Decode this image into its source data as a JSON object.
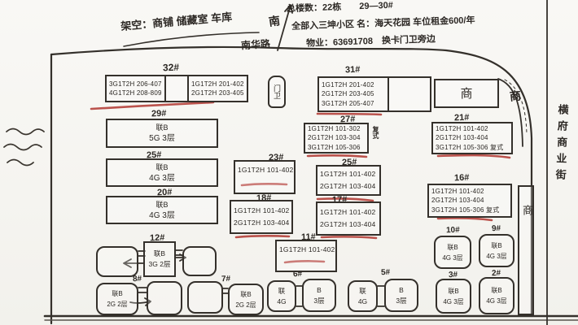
{
  "colors": {
    "ink": "#2c2824",
    "red_pen": "#b4403a",
    "paper": "#f5f4f0"
  },
  "annotations": {
    "stilt_note": "架空：商铺 储藏室 车库",
    "south": "南",
    "note_line1": "总楼数：22栋　　29—30#",
    "note_line2": "全部入三坤小区 名：海天花园 车位租金600/年",
    "note_line3": "物业：63691708　换卡门卫旁边",
    "road_top": "南华路",
    "street_right": "横府商业街",
    "gate_booth": "门卫",
    "shop": "商"
  },
  "buildings": {
    "b32": {
      "label": "32#",
      "left": [
        "3G1T2H 206-407",
        "4G1T2H 208-809"
      ],
      "right": [
        "1G1T2H 201-402",
        "2G1T2H 203-405"
      ]
    },
    "b31": {
      "label": "31#",
      "lines": [
        "1G1T2H 201-402",
        "2G1T2H 203-405",
        "3G1T2H 205-407"
      ]
    },
    "b29": {
      "label": "29#",
      "lines": [
        "联B",
        "5G 3层"
      ]
    },
    "b27": {
      "label": "27#",
      "lines": [
        "1G1T2H 101-302",
        "2G1T2H 103-304",
        "3G1T2H 105-306"
      ],
      "note": "复式"
    },
    "b25_left": {
      "label": "25#",
      "lines": [
        "联B",
        "4G 3层"
      ]
    },
    "b25_mid": {
      "label": "25#",
      "lines": [
        "1G1T2H 101-402",
        "2G1T2H 103-404"
      ]
    },
    "b23": {
      "label": "23#",
      "lines": [
        "1G1T2H 101-402"
      ]
    },
    "b21": {
      "label": "21#",
      "lines": [
        "1G1T2H 101-402",
        "2G1T2H 103-404",
        "3G1T2H 105-306 复式"
      ]
    },
    "b20": {
      "label": "20#",
      "lines": [
        "联B",
        "4G 3层"
      ]
    },
    "b18": {
      "label": "18#",
      "lines": [
        "1G1T2H 101-402",
        "2G1T2H 103-404"
      ]
    },
    "b17": {
      "label": "17#",
      "lines": [
        "1G1T2H 101-402",
        "2G1T2H 103-404"
      ]
    },
    "b16": {
      "label": "16#",
      "lines": [
        "1G1T2H 101-402",
        "2G1T2H 103-404",
        "3G1T2H 105-306 复式"
      ]
    },
    "b12": {
      "label": "12#",
      "lines": [
        "联B",
        "3G 2层"
      ]
    },
    "b11": {
      "label": "11#",
      "lines": [
        "1G1T2H 101-402"
      ]
    },
    "b10": {
      "label": "10#",
      "lines": [
        "联B",
        "4G 3层"
      ]
    },
    "b9": {
      "label": "9#",
      "lines": [
        "联B",
        "4G 3层"
      ]
    },
    "b8": {
      "label": "8#",
      "lines": [
        "联B",
        "2G 2层"
      ]
    },
    "b7": {
      "label": "7#",
      "lines": [
        "联B",
        "2G 2层"
      ]
    },
    "b6": {
      "label": "6#",
      "left": [
        "联",
        "4G"
      ],
      "right": [
        "B",
        "3层"
      ]
    },
    "b5": {
      "label": "5#",
      "left": [
        "联",
        "4G"
      ],
      "right": [
        "B",
        "3层"
      ]
    },
    "b3": {
      "label": "3#",
      "lines": [
        "联B",
        "4G 3层"
      ]
    },
    "b2": {
      "label": "2#",
      "lines": [
        "联B",
        "4G 3层"
      ]
    }
  }
}
